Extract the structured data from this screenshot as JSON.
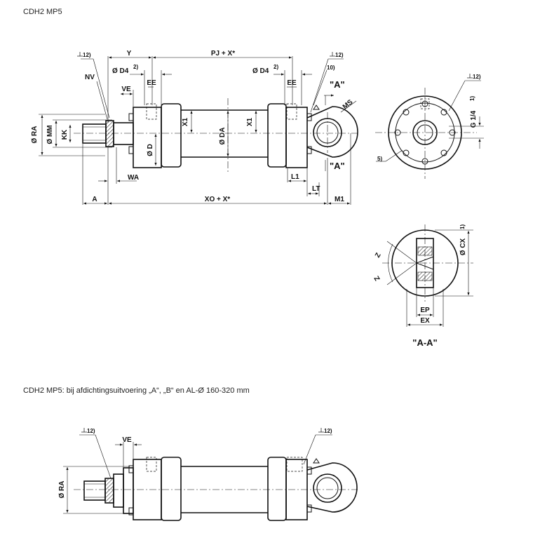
{
  "captions": {
    "top": "CDH2 MP5",
    "bottom": "CDH2 MP5: bij afdichtingsuitvoering  „A“, „B“ en AL-Ø 160-320 mm"
  },
  "labels": {
    "y": "Y",
    "pj_x": "PJ + X*",
    "d4_left": "Ø D4",
    "d4_right": "Ø D4",
    "sup2": "2)",
    "nv": "NV",
    "ve": "VE",
    "ee_left": "EE",
    "ee_right": "EE",
    "ra": "Ø RA",
    "mm": "Ø MM",
    "kk": "KK",
    "x1_left": "X1",
    "x1_right": "X1",
    "d": "Ø D",
    "da": "Ø DA",
    "wa": "WA",
    "l1": "L1",
    "lt": "LT",
    "a": "A",
    "xo_x": "XO + X*",
    "m1": "M1",
    "ms": "MS",
    "view_a_top": "\"A\"",
    "view_a_bottom": "\"A\"",
    "g14": "G 1/4",
    "sup1": "1)",
    "z_top": "Z",
    "z_bottom": "Z",
    "cx": "Ø CX",
    "ep": "EP",
    "ex": "EX",
    "section": "\"A-A\"",
    "note12_a": "12)",
    "note12_b": "12)",
    "note12_c": "12)",
    "note12_d": "12)",
    "note12_e": "12)",
    "note10": "10)",
    "note5": "5)",
    "b_ve": "VE",
    "b_ra": "Ø RA"
  }
}
